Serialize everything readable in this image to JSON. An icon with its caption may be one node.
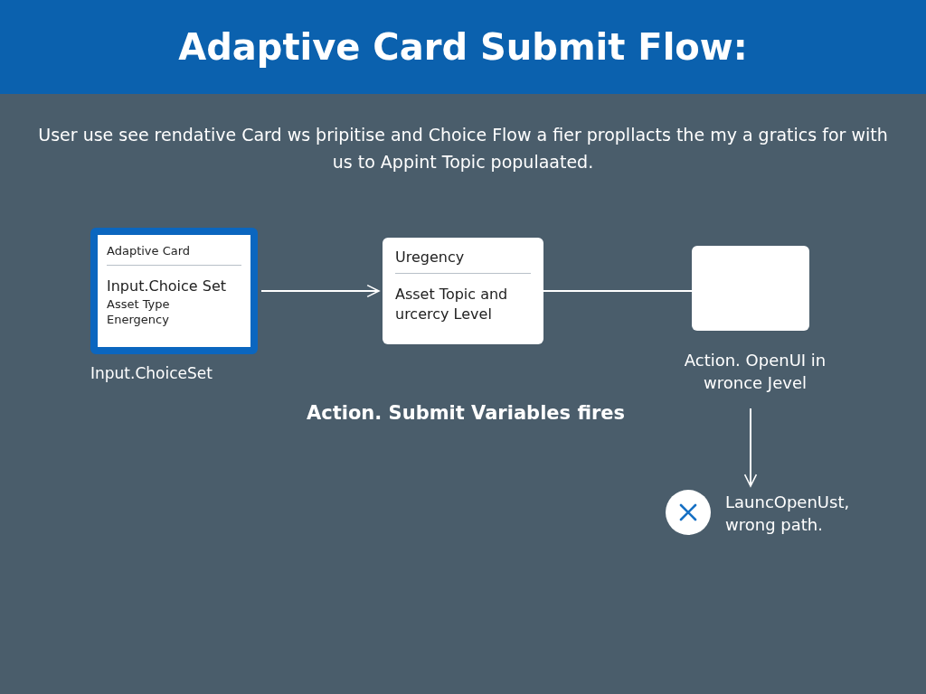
{
  "diagram": {
    "title": "Adaptive Card Submit Flow:",
    "nodes": [
      {
        "text": [
          "Adaptive Card",
          "Input.Choice Set",
          "Asset Type",
          "Energency"
        ],
        "beside": [
          "Input.ChoiceSet"
        ]
      },
      {
        "text": [
          "Uregency",
          "Asset Topic and urcercy Level"
        ]
      },
      {
        "text": [],
        "shape": "box",
        "beside": [
          "Action. OpenUI in wronce Jevel"
        ]
      },
      {
        "text": [],
        "shape": "circle",
        "beside": [
          "LauncOpenUst, wrong path."
        ]
      }
    ],
    "edges": [
      {
        "from": 0,
        "to": 1,
        "arrow": "to"
      },
      {
        "from": 1,
        "to": 2,
        "arrow": "none"
      },
      {
        "from": 2,
        "to": 3,
        "arrow": "to"
      }
    ],
    "labels": [
      "User use see rendative Card ws þripitise and Choice Flow a fier propllacts the my a gratics for with us to Appint Topic populaated.",
      "Action. Submit Variables fires"
    ]
  }
}
